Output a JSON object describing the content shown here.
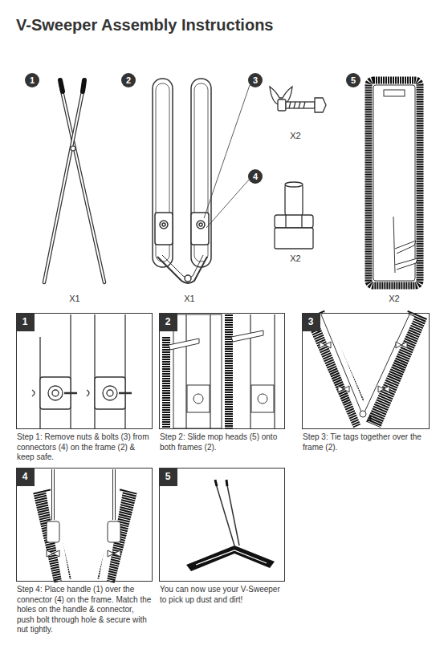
{
  "diagram": {
    "title": "V-Sweeper Assembly Instructions",
    "nodes": [
      {
        "text": [
          "1"
        ]
      },
      {
        "text": [
          "2"
        ]
      },
      {
        "text": [
          "3"
        ]
      },
      {
        "text": [
          "4"
        ]
      },
      {
        "text": [
          "5"
        ]
      },
      {
        "text": [
          "Step 1: Remove nuts & bolts (3) from connectors (4) on the frame (2) & keep safe."
        ]
      },
      {
        "text": [
          "1"
        ],
        "in": 5
      },
      {
        "text": [
          "Step 2: Slide mop heads (5) onto both frames (2)."
        ]
      },
      {
        "text": [
          "2"
        ],
        "in": 7
      },
      {
        "text": [
          "Step 3: Tie tags together over the frame (2)."
        ]
      },
      {
        "text": [
          "3"
        ],
        "in": 9
      },
      {
        "text": [
          "Step 4: Place handle (1) over the connector (4) on the frame. Match the holes on the handle & connector, push bolt through hole & secure with nut tightly."
        ]
      },
      {
        "text": [
          "4"
        ],
        "in": 11
      },
      {
        "text": [
          "You can now use your V-Sweeper to pick up dust and dirt!"
        ]
      },
      {
        "text": [
          "5"
        ],
        "in": 13
      }
    ],
    "labels": [
      "X1",
      "X1",
      "X2",
      "X2",
      "X2"
    ]
  }
}
